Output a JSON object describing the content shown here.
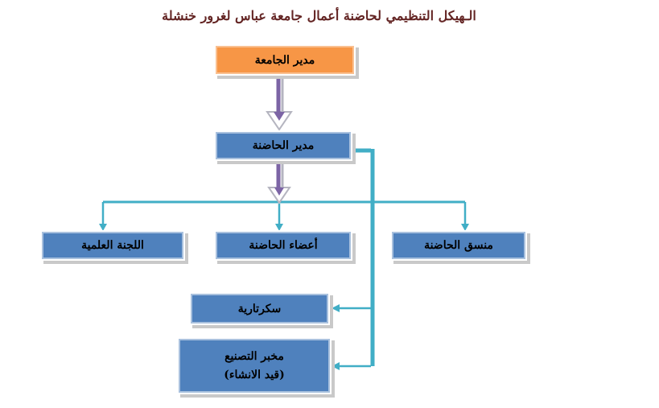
{
  "title": "الـهيكل التنظيمي لحاضنة أعمال جامعة عباس لغرور خنشلة",
  "nodes": {
    "university_director": {
      "label": "مدير الجامعة"
    },
    "incubator_director": {
      "label": "مدير الحاضنة"
    },
    "scientific_committee": {
      "label": "اللجنة العلمية"
    },
    "incubator_members": {
      "label": "أعضاء الحاضنة"
    },
    "incubator_coordinator": {
      "label": "منسق الحاضنة"
    },
    "secretariat": {
      "label": "سكرتارية"
    },
    "manufacturing_lab": {
      "label_line1": "مخبر التصنيع",
      "label_line2": "(قيد الانشاء)"
    }
  },
  "connections": [
    {
      "from": "university_director",
      "to": "incubator_director",
      "style": "purple-down-arrow"
    },
    {
      "from": "incubator_director",
      "to": "distribution-line",
      "style": "purple-down-arrow"
    },
    {
      "from": "distribution-line",
      "to": "scientific_committee",
      "style": "teal-down-arrow"
    },
    {
      "from": "distribution-line",
      "to": "incubator_members",
      "style": "teal-down-arrow"
    },
    {
      "from": "distribution-line",
      "to": "incubator_coordinator",
      "style": "teal-down-arrow"
    },
    {
      "from": "incubator_director",
      "to": "secretariat",
      "style": "teal-left-arrow"
    },
    {
      "from": "incubator_director",
      "to": "manufacturing_lab",
      "style": "teal-left-arrow"
    }
  ],
  "colors": {
    "title_text": "#632423",
    "node_text": "#000000",
    "orange_fill": "#F79646",
    "orange_border": "#FAC090",
    "blue_fill": "#4F81BD",
    "blue_border": "#A9C1DE",
    "teal_connector": "#41AEC6",
    "purple_connector": "#7C64A5",
    "arrow_shadow": "#B5B5C0",
    "box_shadow": "#C9C9C9"
  }
}
